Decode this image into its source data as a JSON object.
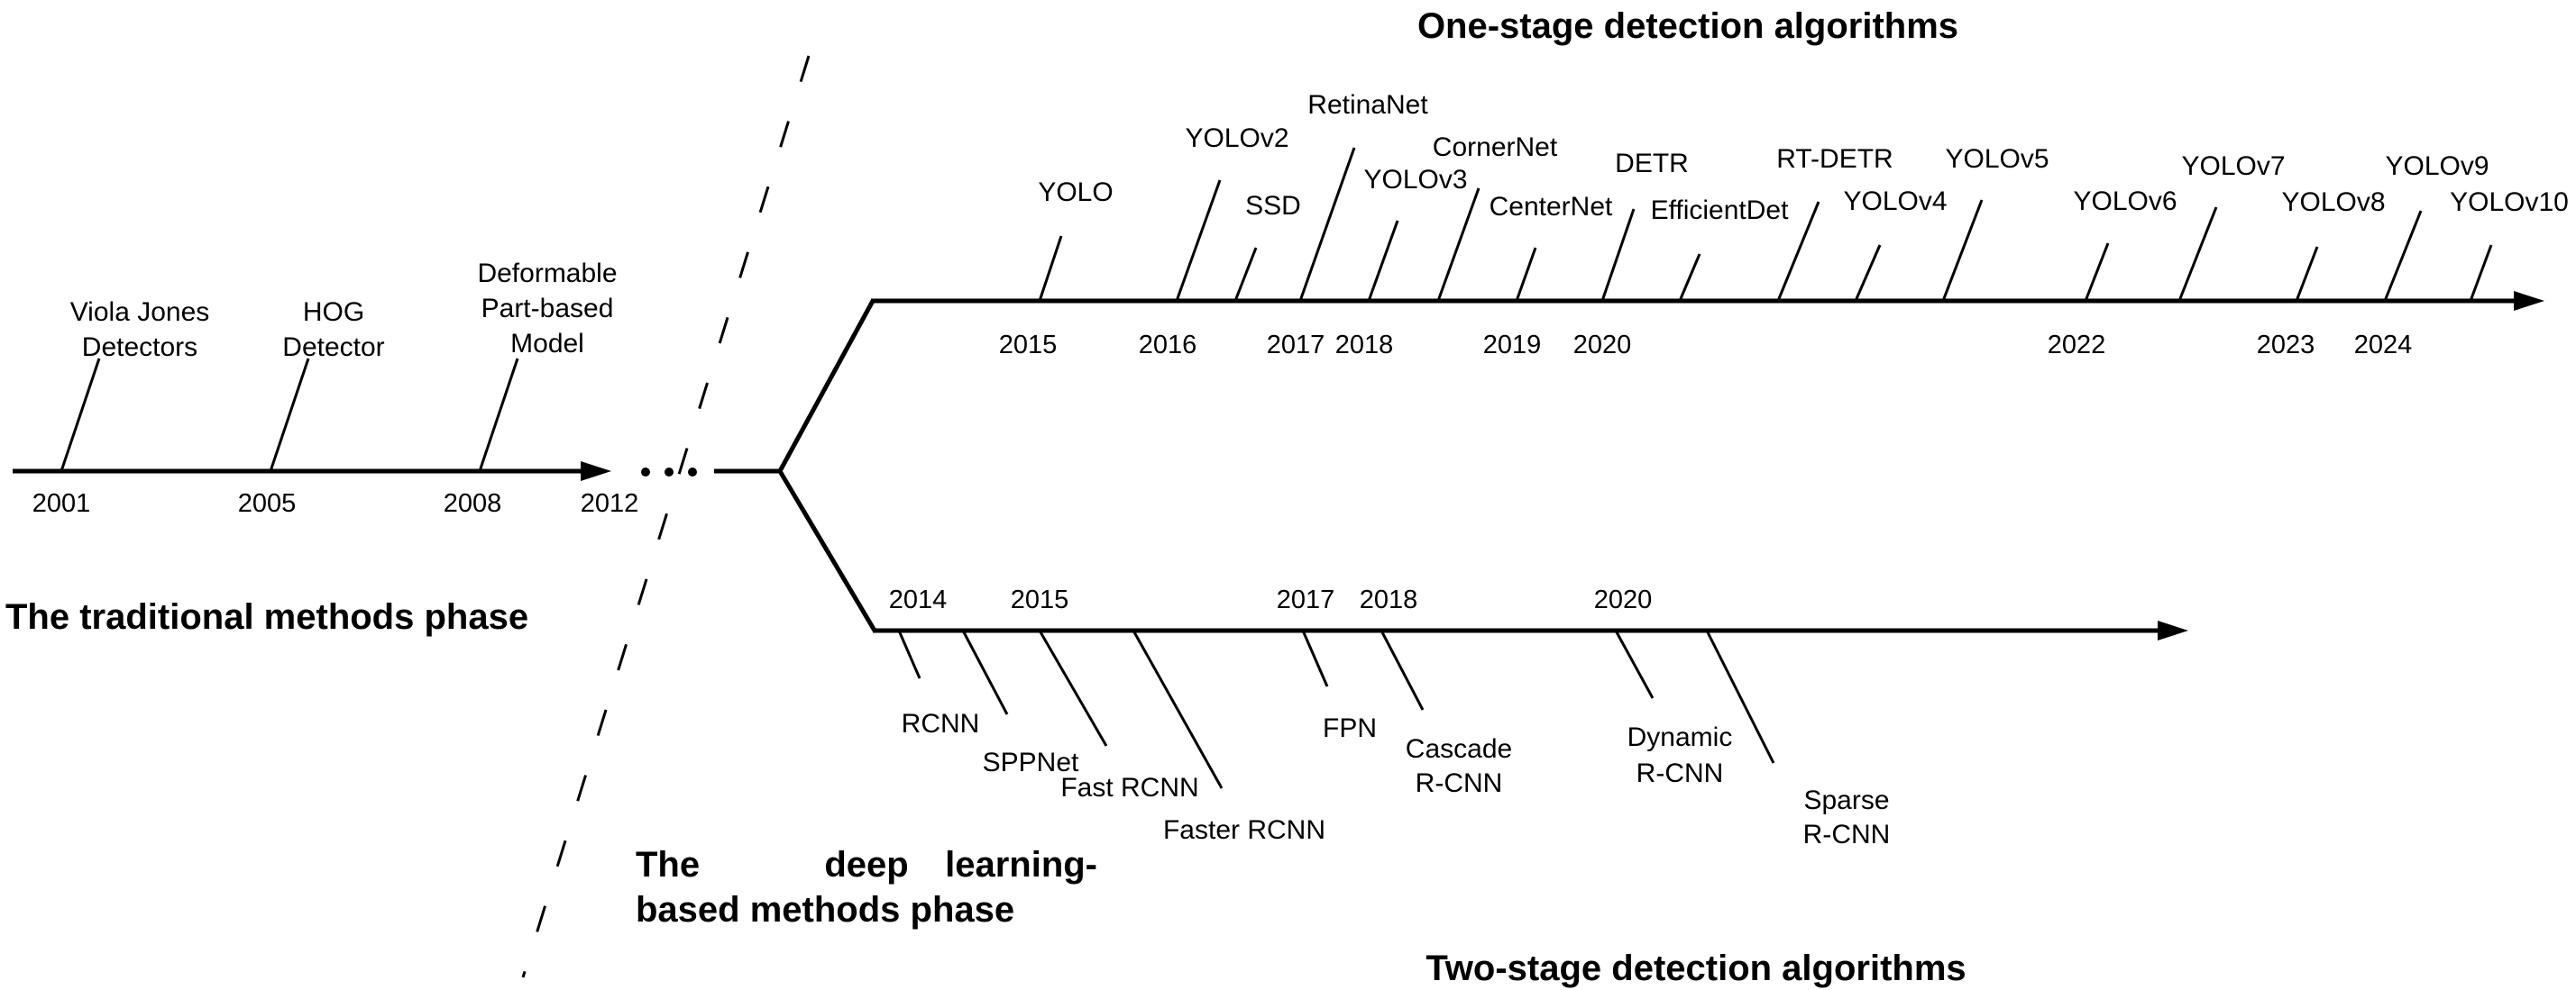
{
  "colors": {
    "ink": "#000000",
    "background": "#ffffff"
  },
  "titles": {
    "one_stage": "One-stage detection algorithms",
    "two_stage": "Two-stage detection algorithms",
    "traditional_phase": "The traditional methods phase",
    "deep_phase": {
      "line1_words": [
        "The",
        "deep",
        "learning-"
      ],
      "line2": "based methods phase"
    }
  },
  "traditional": {
    "years": [
      "2001",
      "2005",
      "2008",
      "2012"
    ],
    "items": [
      {
        "year": "2001",
        "lines": [
          "Viola Jones",
          "Detectors"
        ]
      },
      {
        "year": "2005",
        "lines": [
          "HOG",
          "Detector"
        ]
      },
      {
        "year": "2008",
        "lines": [
          "Deformable",
          "Part-based",
          "Model"
        ]
      }
    ]
  },
  "one_stage": {
    "years": [
      "2015",
      "2016",
      "2017",
      "2018",
      "2019",
      "2020",
      "2022",
      "2023",
      "2024"
    ],
    "items": [
      {
        "label": "YOLO"
      },
      {
        "label": "YOLOv2"
      },
      {
        "label": "SSD"
      },
      {
        "label": "RetinaNet"
      },
      {
        "label": "YOLOv3"
      },
      {
        "label": "CornerNet"
      },
      {
        "label": "CenterNet"
      },
      {
        "label": "DETR"
      },
      {
        "label": "EfficientDet"
      },
      {
        "label": "RT-DETR"
      },
      {
        "label": "YOLOv4"
      },
      {
        "label": "YOLOv5"
      },
      {
        "label": "YOLOv6"
      },
      {
        "label": "YOLOv7"
      },
      {
        "label": "YOLOv8"
      },
      {
        "label": "YOLOv9"
      },
      {
        "label": "YOLOv10"
      }
    ]
  },
  "two_stage": {
    "years": [
      "2014",
      "2015",
      "2017",
      "2018",
      "2020"
    ],
    "items": [
      {
        "lines": [
          "RCNN"
        ]
      },
      {
        "lines": [
          "SPPNet"
        ]
      },
      {
        "lines": [
          "Fast RCNN"
        ]
      },
      {
        "lines": [
          "Faster RCNN"
        ]
      },
      {
        "lines": [
          "FPN"
        ]
      },
      {
        "lines": [
          "Cascade",
          "R-CNN"
        ]
      },
      {
        "lines": [
          "Dynamic",
          "R-CNN"
        ]
      },
      {
        "lines": [
          "Sparse",
          "R-CNN"
        ]
      }
    ]
  }
}
